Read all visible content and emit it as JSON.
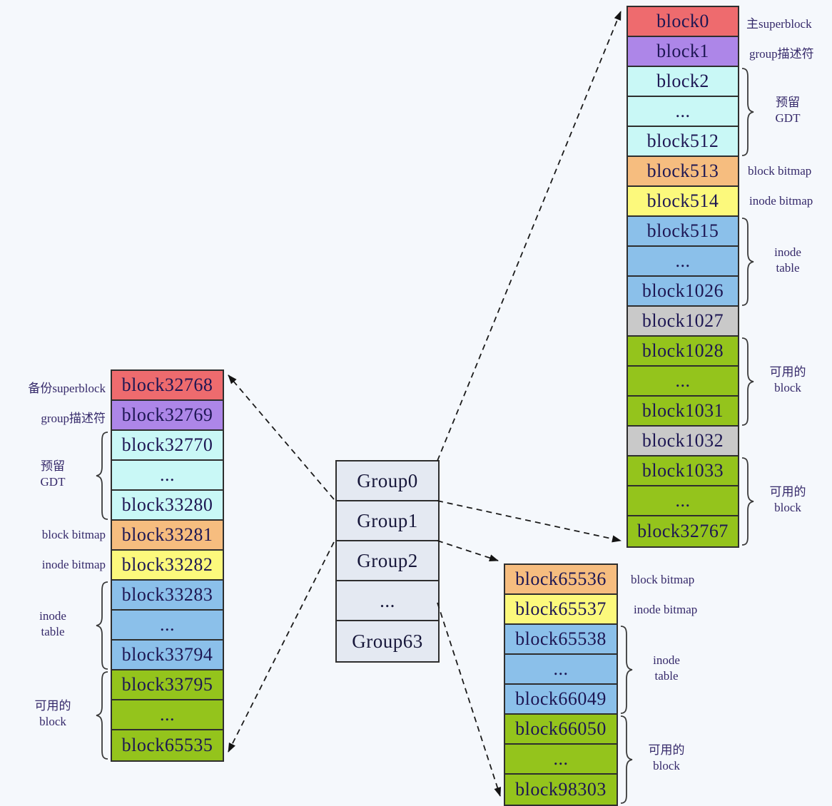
{
  "palette": {
    "red": "#ee6b6e",
    "purple": "#ad86e8",
    "cyan": "#c9f8f6",
    "orange": "#f6bd7f",
    "yellow": "#fcf97c",
    "blue": "#8bc0ea",
    "gray": "#c9c9c9",
    "green": "#94c41c",
    "group": "#e4e9f2"
  },
  "labels": {
    "main_superblock": "主superblock",
    "backup_superblock": "备份superblock",
    "group_descriptor": "group描述符",
    "reserved": "预留",
    "gdt": "GDT",
    "block_bitmap": "block bitmap",
    "inode_bitmap": "inode bitmap",
    "inode": "inode",
    "table": "table",
    "available": "可用的",
    "block": "block"
  },
  "center": {
    "rows": [
      {
        "label": "Group0",
        "color": "group"
      },
      {
        "label": "Group1",
        "color": "group"
      },
      {
        "label": "Group2",
        "color": "group"
      },
      {
        "label": "...",
        "color": "group"
      },
      {
        "label": "Group63",
        "color": "group"
      }
    ]
  },
  "topRight": {
    "rows": [
      {
        "label": "block0",
        "color": "red"
      },
      {
        "label": "block1",
        "color": "purple"
      },
      {
        "label": "block2",
        "color": "cyan"
      },
      {
        "label": "...",
        "color": "cyan"
      },
      {
        "label": "block512",
        "color": "cyan"
      },
      {
        "label": "block513",
        "color": "orange"
      },
      {
        "label": "block514",
        "color": "yellow"
      },
      {
        "label": "block515",
        "color": "blue"
      },
      {
        "label": "...",
        "color": "blue"
      },
      {
        "label": "block1026",
        "color": "blue"
      },
      {
        "label": "block1027",
        "color": "gray"
      },
      {
        "label": "block1028",
        "color": "green"
      },
      {
        "label": "...",
        "color": "green"
      },
      {
        "label": "block1031",
        "color": "green"
      },
      {
        "label": "block1032",
        "color": "gray"
      },
      {
        "label": "block1033",
        "color": "green"
      },
      {
        "label": "...",
        "color": "green"
      },
      {
        "label": "block32767",
        "color": "green"
      }
    ]
  },
  "leftStack": {
    "rows": [
      {
        "label": "block32768",
        "color": "red"
      },
      {
        "label": "block32769",
        "color": "purple"
      },
      {
        "label": "block32770",
        "color": "cyan"
      },
      {
        "label": "...",
        "color": "cyan"
      },
      {
        "label": "block33280",
        "color": "cyan"
      },
      {
        "label": "block33281",
        "color": "orange"
      },
      {
        "label": "block33282",
        "color": "yellow"
      },
      {
        "label": "block33283",
        "color": "blue"
      },
      {
        "label": "...",
        "color": "blue"
      },
      {
        "label": "block33794",
        "color": "blue"
      },
      {
        "label": "block33795",
        "color": "green"
      },
      {
        "label": "...",
        "color": "green"
      },
      {
        "label": "block65535",
        "color": "green"
      }
    ]
  },
  "bottomRight": {
    "rows": [
      {
        "label": "block65536",
        "color": "orange"
      },
      {
        "label": "block65537",
        "color": "yellow"
      },
      {
        "label": "block65538",
        "color": "blue"
      },
      {
        "label": "...",
        "color": "blue"
      },
      {
        "label": "block66049",
        "color": "blue"
      },
      {
        "label": "block66050",
        "color": "green"
      },
      {
        "label": "...",
        "color": "green"
      },
      {
        "label": "block98303",
        "color": "green"
      }
    ]
  }
}
